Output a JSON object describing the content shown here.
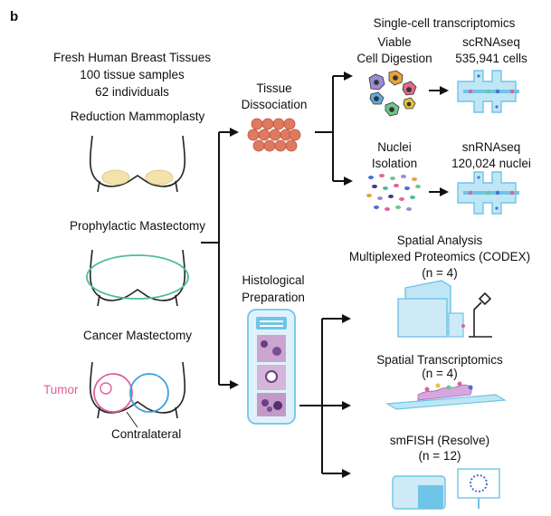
{
  "panel_label": "b",
  "tissues": {
    "title": "Fresh Human Breast Tissues",
    "samples": "100 tissue samples",
    "individuals": "62 individuals",
    "procedures": [
      "Reduction Mammoplasty",
      "Prophylactic Mastectomy",
      "Cancer Mastectomy"
    ],
    "tumor_label": "Tumor",
    "contralateral_label": "Contralateral"
  },
  "dissociation": {
    "line1": "Tissue",
    "line2": "Dissociation"
  },
  "histology": {
    "line1": "Histological",
    "line2": "Preparation"
  },
  "single_cell": {
    "title": "Single-cell transcriptomics",
    "viable_line1": "Viable",
    "viable_line2": "Cell Digestion",
    "scrna_line1": "scRNAseq",
    "scrna_line2": "535,941 cells",
    "nuclei_line1": "Nuclei",
    "nuclei_line2": "Isolation",
    "snrna_line1": "snRNAseq",
    "snrna_line2": "120,024 nuclei"
  },
  "spatial": {
    "title": "Spatial Analysis",
    "codex_line1": "Multiplexed Proteomics (CODEX)",
    "codex_line2": "(n = 4)",
    "st_line1": "Spatial Transcriptomics",
    "st_line2": "(n = 4)",
    "fish_line1": "smFISH (Resolve)",
    "fish_line2": "(n = 12)"
  },
  "colors": {
    "accent_blue": "#6fc4e8",
    "cell_orange": "#e07a5f",
    "tumor_pink": "#e0609a",
    "implant_yellow": "#f3e2a9",
    "mastectomy_green": "#4cbf8f"
  }
}
